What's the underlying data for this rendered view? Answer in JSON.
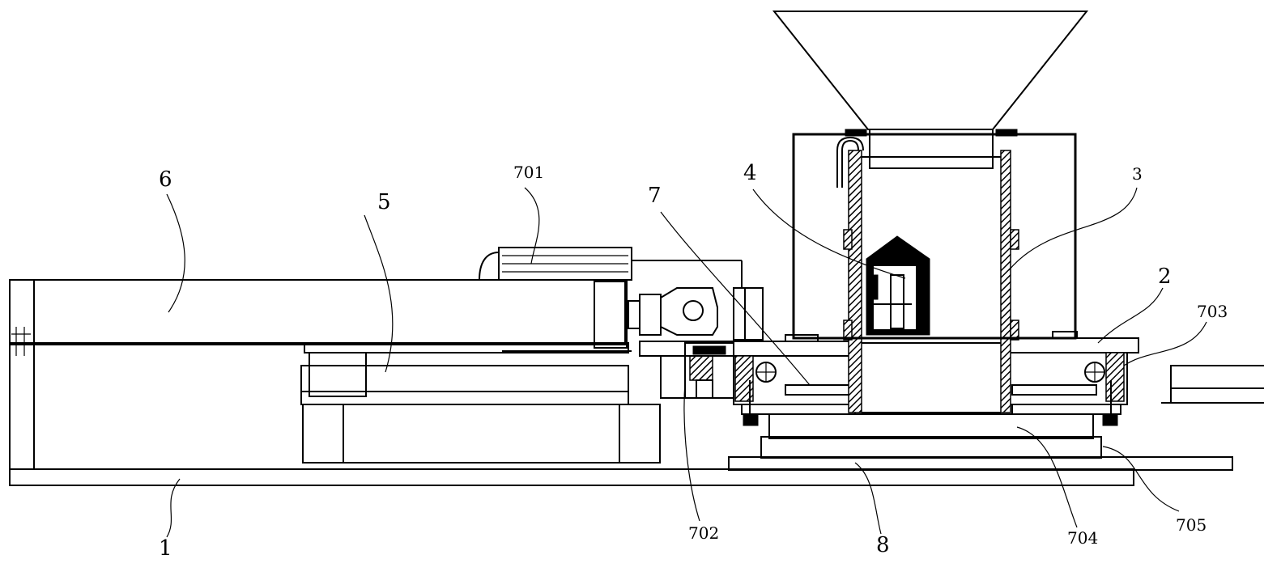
{
  "labels": {
    "l1": "1",
    "l2": "2",
    "l3": "3",
    "l4": "4",
    "l5": "5",
    "l6": "6",
    "l7": "7",
    "l8": "8",
    "l701": "701",
    "l702": "702",
    "l703": "703",
    "l704": "704",
    "l705": "705"
  }
}
